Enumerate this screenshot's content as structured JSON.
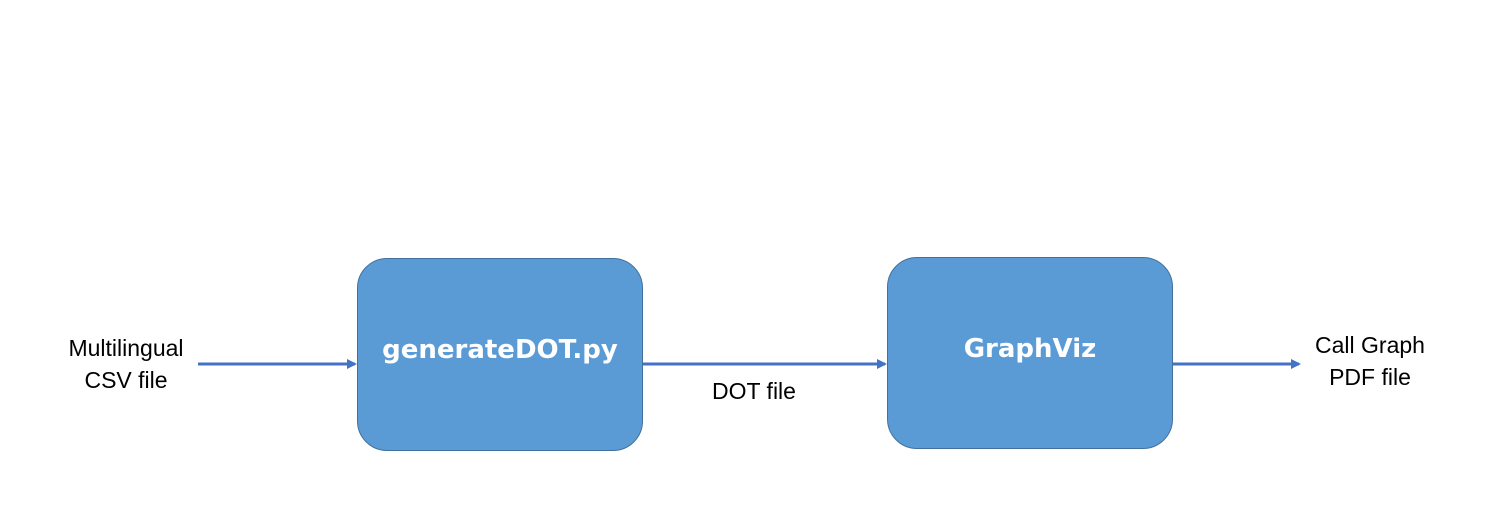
{
  "input": {
    "line1": "Multilingual",
    "line2": "CSV file"
  },
  "process1": {
    "label": "generateDOT.py"
  },
  "intermediate": {
    "label": "DOT file"
  },
  "process2": {
    "label": "GraphViz"
  },
  "output": {
    "line1": "Call Graph",
    "line2": "PDF file"
  },
  "colors": {
    "box_fill": "#5b9bd5",
    "box_border": "#41719c",
    "arrow": "#4472c4",
    "box_text": "#ffffff",
    "label_text": "#000000"
  }
}
